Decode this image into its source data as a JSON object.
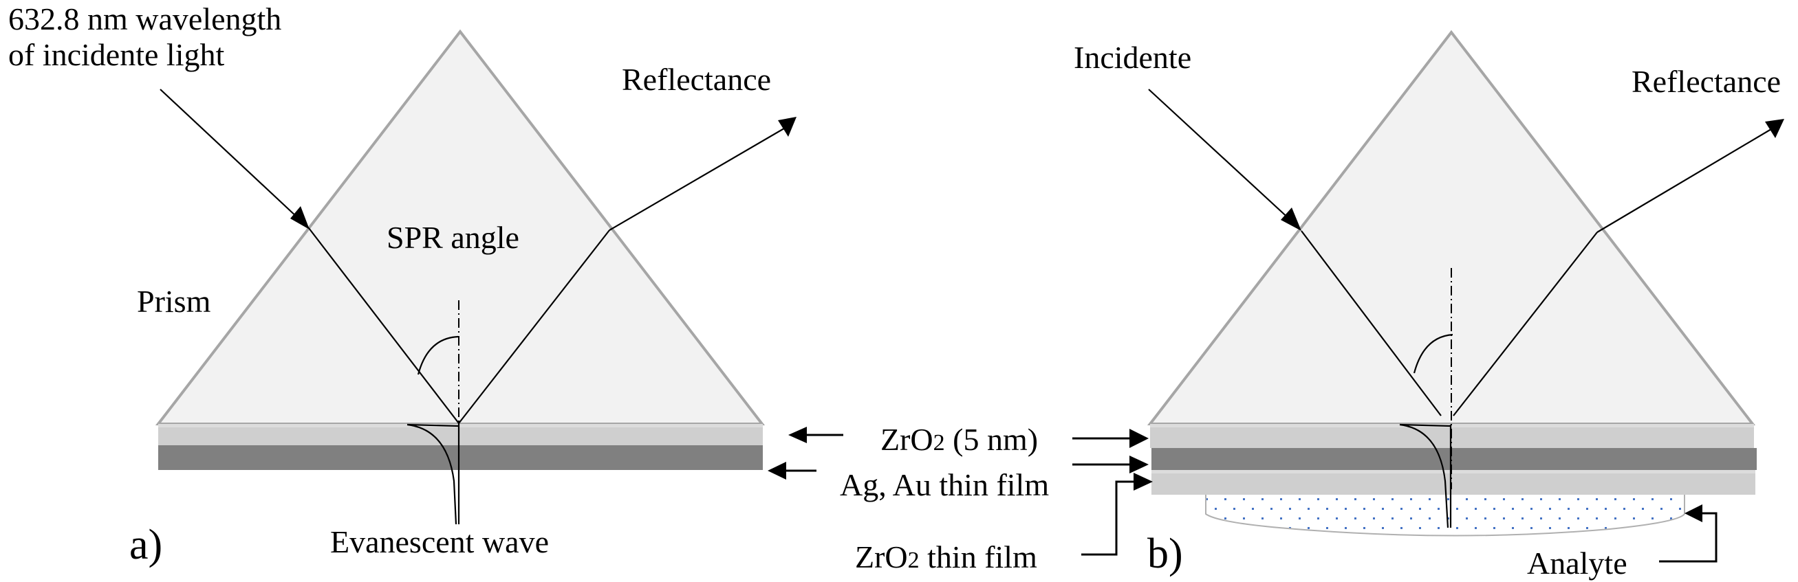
{
  "figure": {
    "panel_a": {
      "label": "a)",
      "incident_label_line1": "632.8 nm wavelength",
      "incident_label_line2": "of incidente light",
      "reflectance_label": "Reflectance",
      "spr_angle_label": "SPR angle",
      "prism_label": "Prism",
      "evanescent_label": "Evanescent wave",
      "layers": [
        "ZrO2 (5 nm)",
        "Ag, Au thin film"
      ]
    },
    "panel_b": {
      "label": "b)",
      "incident_label": "Incidente",
      "reflectance_label": "Reflectance",
      "analyte_label": "Analyte",
      "layers": [
        "ZrO2 (5 nm)",
        "Ag, Au thin film",
        "ZrO2 thin film"
      ]
    },
    "shared_labels": {
      "zro2_5nm": "ZrO2 (5 nm)",
      "zro2_5nm_main": "ZrO",
      "zro2_5nm_sub": "2",
      "zro2_5nm_rest": " (5 nm)",
      "metal_film": "Ag, Au thin film",
      "zro2_thin_main": "ZrO",
      "zro2_thin_sub": "2",
      "zro2_thin_rest": " thin film"
    },
    "colors": {
      "prism_fill": "#f2f2f2",
      "prism_stroke": "#a6a6a6",
      "zro2_layer": "#cfcfcf",
      "metal_layer": "#808080",
      "analyte_dots": "#4472c4"
    }
  }
}
